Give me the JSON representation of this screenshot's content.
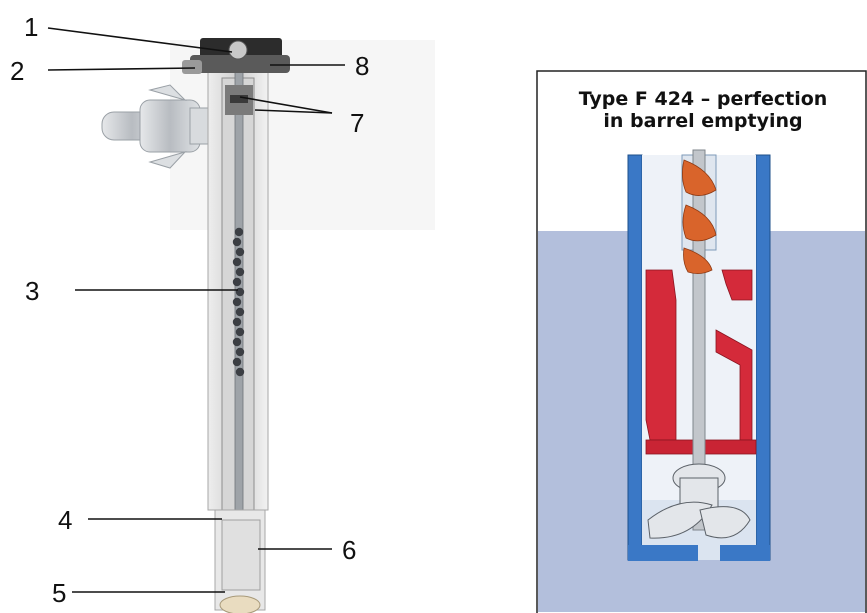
{
  "callouts": [
    {
      "id": "1",
      "label": "1"
    },
    {
      "id": "2",
      "label": "2"
    },
    {
      "id": "3",
      "label": "3"
    },
    {
      "id": "4",
      "label": "4"
    },
    {
      "id": "5",
      "label": "5"
    },
    {
      "id": "6",
      "label": "6"
    },
    {
      "id": "7",
      "label": "7"
    },
    {
      "id": "8",
      "label": "8"
    }
  ],
  "panel": {
    "title_line1": "Type F 424 – perfection",
    "title_line2": "in barrel emptying"
  },
  "colors": {
    "liquid": "#b3bfdc",
    "pump_blue": "#3a78c6",
    "seal_red": "#d42a3a",
    "spiral_orange": "#d9642b",
    "steel": "#bfc3c8"
  }
}
